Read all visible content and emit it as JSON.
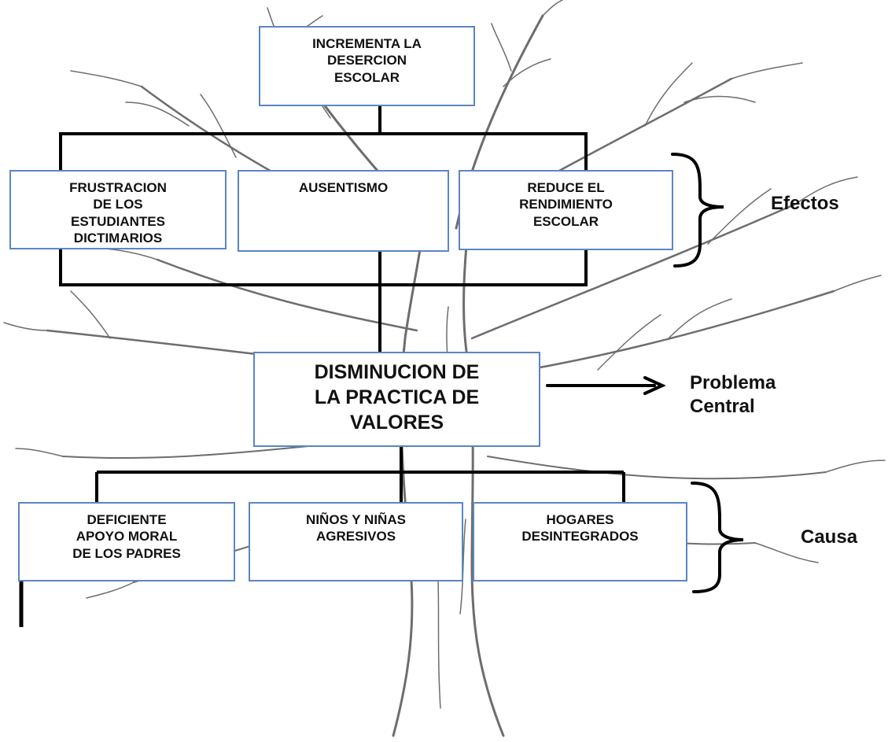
{
  "top_effect": {
    "lines": [
      "INCREMENTA LA",
      "DESERCION",
      "ESCOLAR"
    ]
  },
  "effects": [
    {
      "lines": [
        "FRUSTRACION",
        "DE LOS",
        "ESTUDIANTES",
        "DICTIMARIOS"
      ]
    },
    {
      "lines": [
        "AUSENTISMO"
      ]
    },
    {
      "lines": [
        "REDUCE EL",
        "RENDIMIENTO",
        "ESCOLAR"
      ]
    }
  ],
  "central_problem": {
    "lines": [
      "DISMINUCION DE",
      "LA PRACTICA DE",
      "VALORES"
    ]
  },
  "causes": [
    {
      "lines": [
        "DEFICIENTE",
        "APOYO MORAL",
        "DE LOS PADRES"
      ]
    },
    {
      "lines": [
        "NIÑOS Y NIÑAS",
        "AGRESIVOS"
      ]
    },
    {
      "lines": [
        "HOGARES",
        "DESINTEGRADOS"
      ]
    }
  ],
  "labels": {
    "effects": "Efectos",
    "central": [
      "Problema",
      "Central"
    ],
    "causes": "Causa"
  },
  "colors": {
    "box_border": "#5b86c2",
    "frame": "#000000",
    "sketch": "#6d6d6d"
  }
}
